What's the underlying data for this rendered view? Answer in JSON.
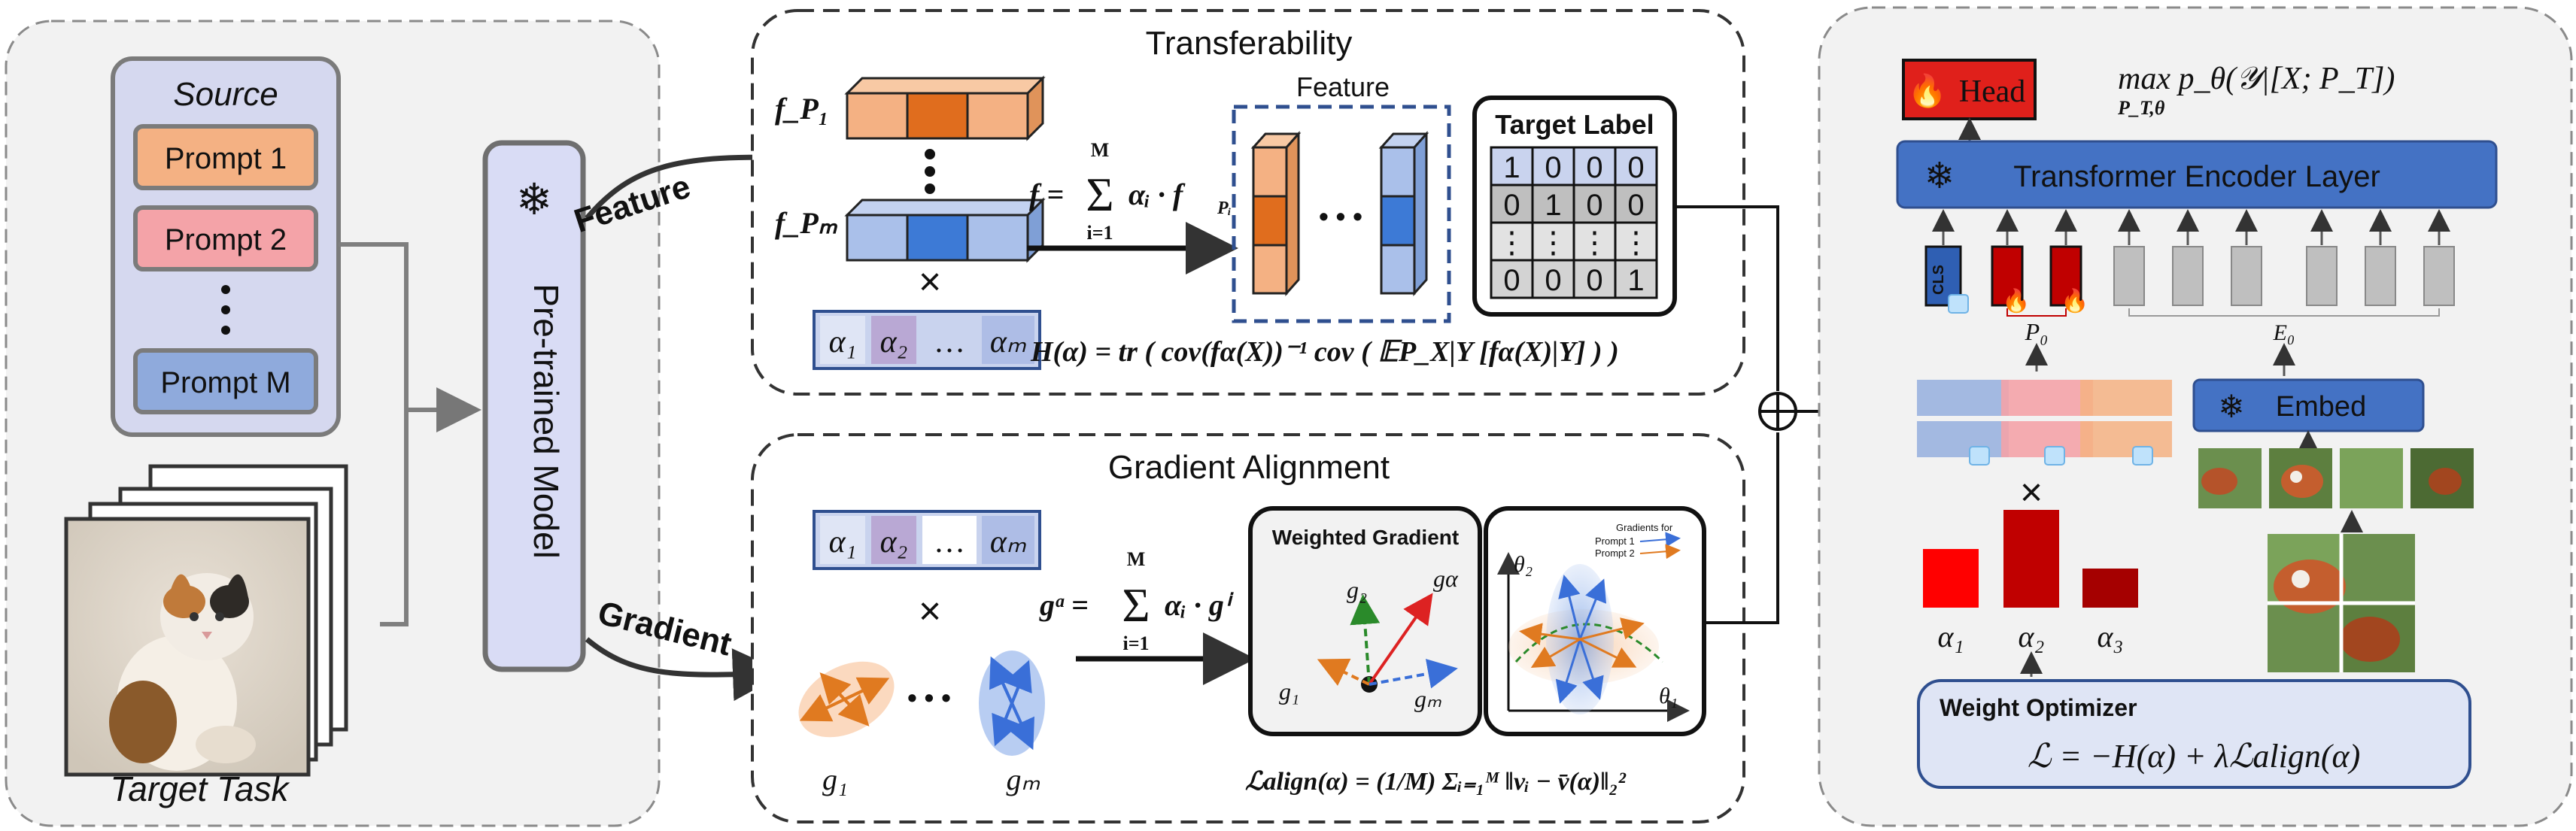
{
  "source_panel": {
    "title": "Source",
    "prompts": [
      "Prompt 1",
      "Prompt 2",
      "Prompt M"
    ],
    "ellipsis": "⋮",
    "target_task_label": "Target Task"
  },
  "model": {
    "label": "Pre-trained Model",
    "feature_arrow_label": "Feature",
    "gradient_arrow_label": "Gradient"
  },
  "transferability": {
    "title": "Transferability",
    "feature_label": "Feature",
    "f_p1": "f_P₁",
    "f_pm": "f_Pₘ",
    "times": "×",
    "alphas": [
      "α₁",
      "α₂",
      "…",
      "αₘ"
    ],
    "sum_formula": "f = Σᵢ₌₁ᴹ αᵢ · f_Pᵢ",
    "sum_lhs": "f =",
    "sum_upper": "M",
    "sum_lower": "i=1",
    "sum_rhs": "αᵢ · f",
    "sum_rhs_sub": "Pᵢ",
    "dots": "• • •",
    "target_label_title": "Target Label",
    "target_label_matrix": [
      [
        "1",
        "0",
        "0",
        "0"
      ],
      [
        "0",
        "1",
        "0",
        "0"
      ],
      [
        "⋮",
        "⋮",
        "⋮",
        "⋮"
      ],
      [
        "0",
        "0",
        "0",
        "1"
      ]
    ],
    "h_formula": "H(α) = tr ( cov(fα(X))⁻¹ cov ( 𝔼P_X|Y [fα(X)|Y] ) )"
  },
  "gradient_alignment": {
    "title": "Gradient Alignment",
    "alphas": [
      "α₁",
      "α₂",
      "…",
      "αₘ"
    ],
    "times": "×",
    "g_formula_lhs": "gᵅ =",
    "g_formula_rhs": "αᵢ · gⁱ",
    "sum_upper": "M",
    "sum_lower": "i=1",
    "g1_label": "g₁",
    "gm_label": "gₘ",
    "dots": "• • •",
    "weighted_gradient_title": "Weighted Gradient",
    "wg_labels": {
      "g2": "g₂",
      "ga": "gα",
      "g1": "g₁",
      "gm": "gₘ"
    },
    "theta2": "θ₂",
    "theta1": "θ₁",
    "legend_title": "Gradients for",
    "legend_items": [
      "Prompt 1",
      "Prompt 2"
    ],
    "loss_formula": "ℒalign(α) = (1/M) Σᵢ₌₁ᴹ ‖vᵢ − v̄(α)‖₂²"
  },
  "right_panel": {
    "head_label": "Head",
    "objective": "max  p_θ(𝒴|[X; P_T])",
    "objective_sub": "P_T,θ",
    "encoder_label": "Transformer Encoder Layer",
    "cls_label": "CLS",
    "p0_label": "P₀",
    "e0_label": "E₀",
    "embed_label": "Embed",
    "times": "×",
    "alpha_labels": [
      "α₁",
      "α₂",
      "α₃"
    ],
    "alpha_values": [
      0.6,
      1.0,
      0.4
    ],
    "optimizer_title": "Weight Optimizer",
    "optimizer_formula": "ℒ = −H(α) + λℒalign(α)",
    "oplus": "⊕"
  },
  "colors": {
    "prompt_orange": "#f4b183",
    "prompt_red": "#f4a3a8",
    "prompt_blue": "#8faadc",
    "model_fill": "#d9dcf5",
    "encoder_blue": "#4472c4",
    "head_red": "#e0201b",
    "alpha_red_light": "#ff0000",
    "alpha_red_dark": "#a50000",
    "alpha_red_mid": "#c00000",
    "alpha_cell": "#c9d3ee"
  }
}
